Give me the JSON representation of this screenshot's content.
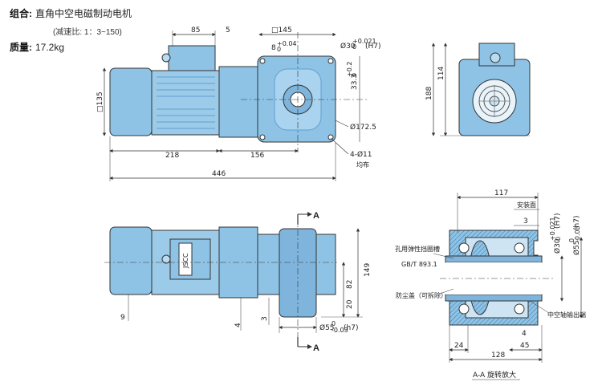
{
  "header": {
    "combo_label": "组合:",
    "combo_value": "直角中空电磁制动电机",
    "ratio": "(减速比: 1：3~150)",
    "mass_label": "质量:",
    "mass_value": "17.2kg"
  },
  "dims": {
    "d85": "85",
    "d5": "5",
    "sq145": "□145",
    "d8tol": "8",
    "d8sup": "+0.04",
    "d8sub": "0",
    "bore": "Ø30",
    "bore_sup": "+0.021",
    "bore_sub": "0",
    "bore_fit": "(H7)",
    "d33": "33.3",
    "d33sup": "+0.2",
    "d33sub": "0",
    "sq135": "□135",
    "d1725": "Ø172.5",
    "holes": "4-Ø11",
    "holes_note": "均布",
    "d218": "218",
    "d156": "156",
    "d446": "446",
    "d114": "114",
    "d188": "188",
    "d149": "149",
    "d82": "82",
    "d20": "20",
    "d9": "9",
    "d4a": "4",
    "d3a": "3",
    "shaft55": "Ø55",
    "shaft55sup": "0",
    "shaft55sub": "-0.03",
    "shaft55fit": "(h7)",
    "d117": "117",
    "mount_face": "安装面",
    "d3b": "3",
    "bore2": "Ø30",
    "bore2sup": "+0.021",
    "bore2sub": "0",
    "bore2fit": "(H7)",
    "shaft2": "Ø55",
    "shaft2sup": "0",
    "shaft2sub": "-0.03",
    "shaft2fit": "(h7)",
    "retaining": "孔用弹性挡圈槽",
    "gb": "GB/T 893.1",
    "dust": "防尘盖（可拆除）",
    "hollow_out": "中空轴输出端",
    "d4b": "4",
    "d24": "24",
    "d45": "45",
    "d128": "128",
    "section_title": "A-A 旋转放大",
    "arrow_a1": "A",
    "arrow_a2": "A",
    "nameplate": "JSCC"
  },
  "colors": {
    "body": "#8fc3e6",
    "body_dark": "#5e9fcf",
    "body_light": "#b9dcf2",
    "line": "#333333",
    "dim": "#333333"
  }
}
